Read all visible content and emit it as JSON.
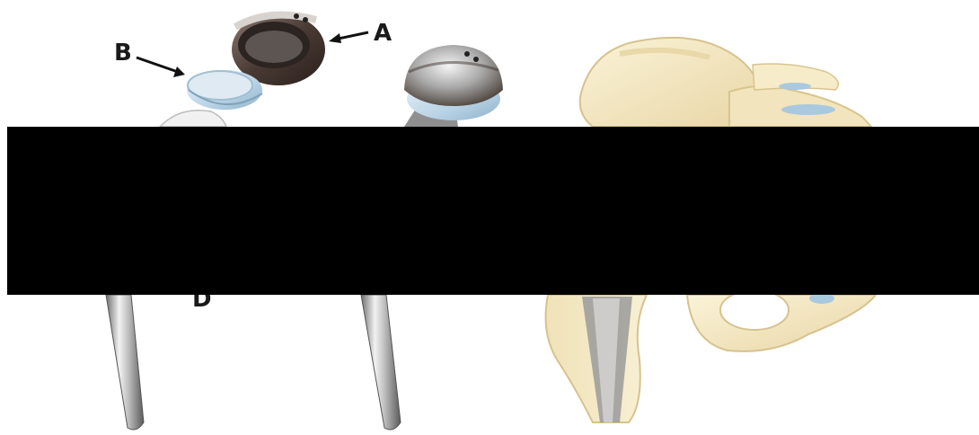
{
  "labels": {
    "a": "A",
    "b": "B",
    "d": "D"
  },
  "colors": {
    "background": "#ffffff",
    "metal_dark": "#4a3f3a",
    "metal_light": "#c9c9c9",
    "liner_blue": "#b9d3e6",
    "bone": "#f3e6bf",
    "cartilage_blue": "#a9c9df",
    "redaction": "#000000"
  }
}
